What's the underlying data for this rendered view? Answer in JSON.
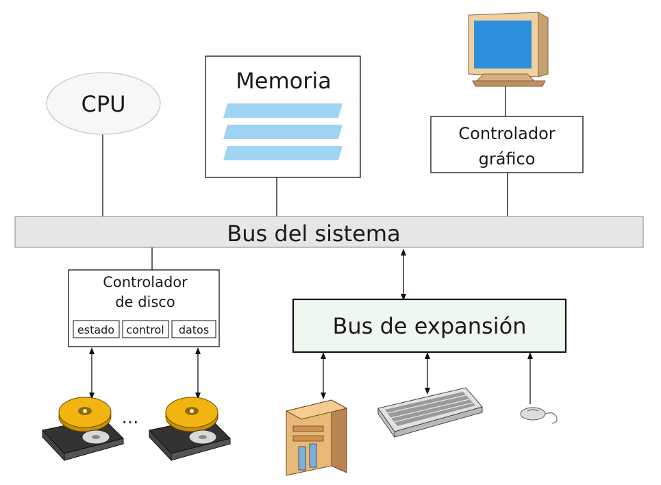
{
  "components": {
    "cpu": "CPU",
    "memory": "Memoria",
    "graphics_controller": [
      "Controlador",
      "gráfico"
    ],
    "system_bus": "Bus del sistema",
    "disk_controller": [
      "Controlador",
      "de disco"
    ],
    "disk_registers": [
      "estado",
      "control",
      "datos"
    ],
    "expansion_bus": "Bus de expansión",
    "ellipsis": "..."
  },
  "devices": {
    "monitor": "monitor-icon",
    "disk": "hard-disk-icon",
    "tower": "computer-tower-icon",
    "keyboard": "keyboard-icon",
    "mouse": "mouse-icon"
  },
  "colors": {
    "system_bus_fill": "#e6e6e6",
    "expansion_bus_fill": "#eef8ee",
    "memory_bars": "#9fd4f5",
    "cpu_fill": "#f7f7f7",
    "disk_gold": "#f2b410"
  }
}
